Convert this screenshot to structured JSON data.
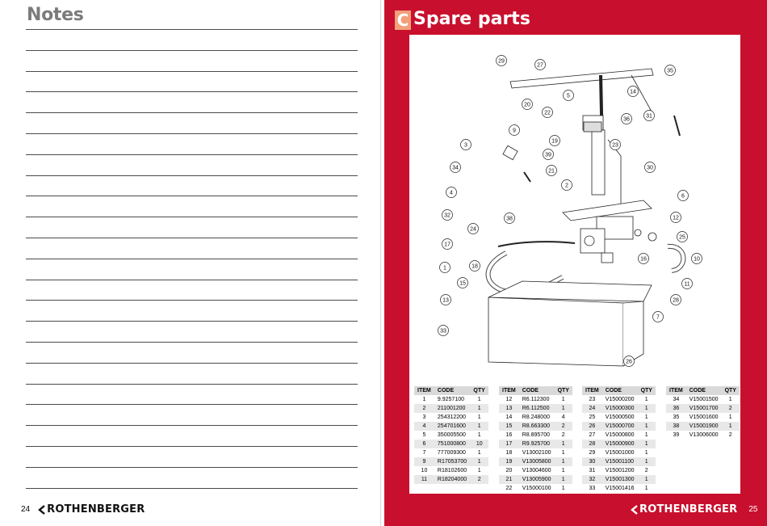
{
  "left_page": {
    "title": "Notes",
    "page_number": "24",
    "brand": "ROTHENBERGER",
    "line_count": 23
  },
  "right_page": {
    "section_letter": "C",
    "section_title": "Spare parts",
    "page_number": "25",
    "brand": "ROTHENBERGER",
    "accent_color": "#c8102e",
    "section_badge_color": "#f2a07a"
  },
  "diagram": {
    "callouts": [
      "29",
      "27",
      "35",
      "5",
      "14",
      "20",
      "22",
      "31",
      "36",
      "9",
      "19",
      "39",
      "23",
      "3",
      "34",
      "21",
      "30",
      "2",
      "4",
      "6",
      "32",
      "38",
      "12",
      "24",
      "25",
      "17",
      "16",
      "1",
      "18",
      "10",
      "15",
      "11",
      "13",
      "28",
      "7",
      "33",
      "26"
    ]
  },
  "parts_table": {
    "headers": [
      "ITEM",
      "CODE",
      "QTY"
    ],
    "columns": [
      [
        {
          "item": "1",
          "code": "9.9257100",
          "qty": "1"
        },
        {
          "item": "2",
          "code": "211001200",
          "qty": "1"
        },
        {
          "item": "3",
          "code": "254312200",
          "qty": "1"
        },
        {
          "item": "4",
          "code": "254701600",
          "qty": "1"
        },
        {
          "item": "5",
          "code": "350005500",
          "qty": "1"
        },
        {
          "item": "6",
          "code": "751000800",
          "qty": "10"
        },
        {
          "item": "7",
          "code": "777009300",
          "qty": "1"
        },
        {
          "item": "9",
          "code": "R17053700",
          "qty": "1"
        },
        {
          "item": "10",
          "code": "R18102600",
          "qty": "1"
        },
        {
          "item": "11",
          "code": "R18204000",
          "qty": "2"
        }
      ],
      [
        {
          "item": "12",
          "code": "R6.112300",
          "qty": "1"
        },
        {
          "item": "13",
          "code": "R6.112500",
          "qty": "1"
        },
        {
          "item": "14",
          "code": "R8.248000",
          "qty": "4"
        },
        {
          "item": "15",
          "code": "R8.663300",
          "qty": "2"
        },
        {
          "item": "16",
          "code": "R8.895700",
          "qty": "2"
        },
        {
          "item": "17",
          "code": "R9.925700",
          "qty": "1"
        },
        {
          "item": "18",
          "code": "V13002100",
          "qty": "1"
        },
        {
          "item": "19",
          "code": "V13005800",
          "qty": "1"
        },
        {
          "item": "20",
          "code": "V13004600",
          "qty": "1"
        },
        {
          "item": "21",
          "code": "V13005900",
          "qty": "1"
        },
        {
          "item": "22",
          "code": "V15000100",
          "qty": "1"
        }
      ],
      [
        {
          "item": "23",
          "code": "V15000200",
          "qty": "1"
        },
        {
          "item": "24",
          "code": "V15000300",
          "qty": "1"
        },
        {
          "item": "25",
          "code": "V15000500",
          "qty": "1"
        },
        {
          "item": "26",
          "code": "V15000700",
          "qty": "1"
        },
        {
          "item": "27",
          "code": "V15000800",
          "qty": "1"
        },
        {
          "item": "28",
          "code": "V15000900",
          "qty": "1"
        },
        {
          "item": "29",
          "code": "V15001000",
          "qty": "1"
        },
        {
          "item": "30",
          "code": "V15001100",
          "qty": "1"
        },
        {
          "item": "31",
          "code": "V15001200",
          "qty": "2"
        },
        {
          "item": "32",
          "code": "V15001300",
          "qty": "1"
        },
        {
          "item": "33",
          "code": "V15001416",
          "qty": "1"
        }
      ],
      [
        {
          "item": "34",
          "code": "V15001500",
          "qty": "1"
        },
        {
          "item": "36",
          "code": "V15001700",
          "qty": "2"
        },
        {
          "item": "35",
          "code": "V15001600",
          "qty": "1"
        },
        {
          "item": "38",
          "code": "V15001900",
          "qty": "1"
        },
        {
          "item": "39",
          "code": "V13006000",
          "qty": "2"
        }
      ]
    ]
  }
}
